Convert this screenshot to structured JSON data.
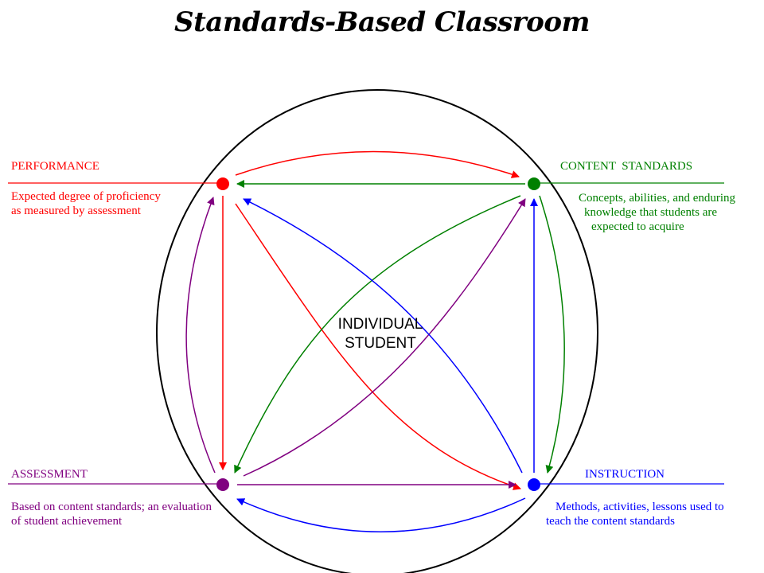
{
  "title": "Standards-Based Classroom",
  "center_label": [
    "INDIVIDUAL",
    "STUDENT"
  ],
  "nodes": {
    "performance": {
      "heading": "PERFORMANCE",
      "lines": [
        "Expected degree of proficiency",
        "as measured by assessment"
      ],
      "color": "#ff0000"
    },
    "content_standards": {
      "heading": "CONTENT  STANDARDS",
      "lines": [
        "Concepts, abilities, and enduring",
        "knowledge that students are",
        "expected to acquire"
      ],
      "color": "#008000"
    },
    "assessment": {
      "heading": "ASSESSMENT",
      "lines": [
        "Based on content standards; an evaluation",
        "of student achievement"
      ],
      "color": "#800080"
    },
    "instruction": {
      "heading": "INSTRUCTION",
      "lines": [
        "Methods, activities, lessons used to",
        "teach the content standards"
      ],
      "color": "#0000ff"
    }
  }
}
